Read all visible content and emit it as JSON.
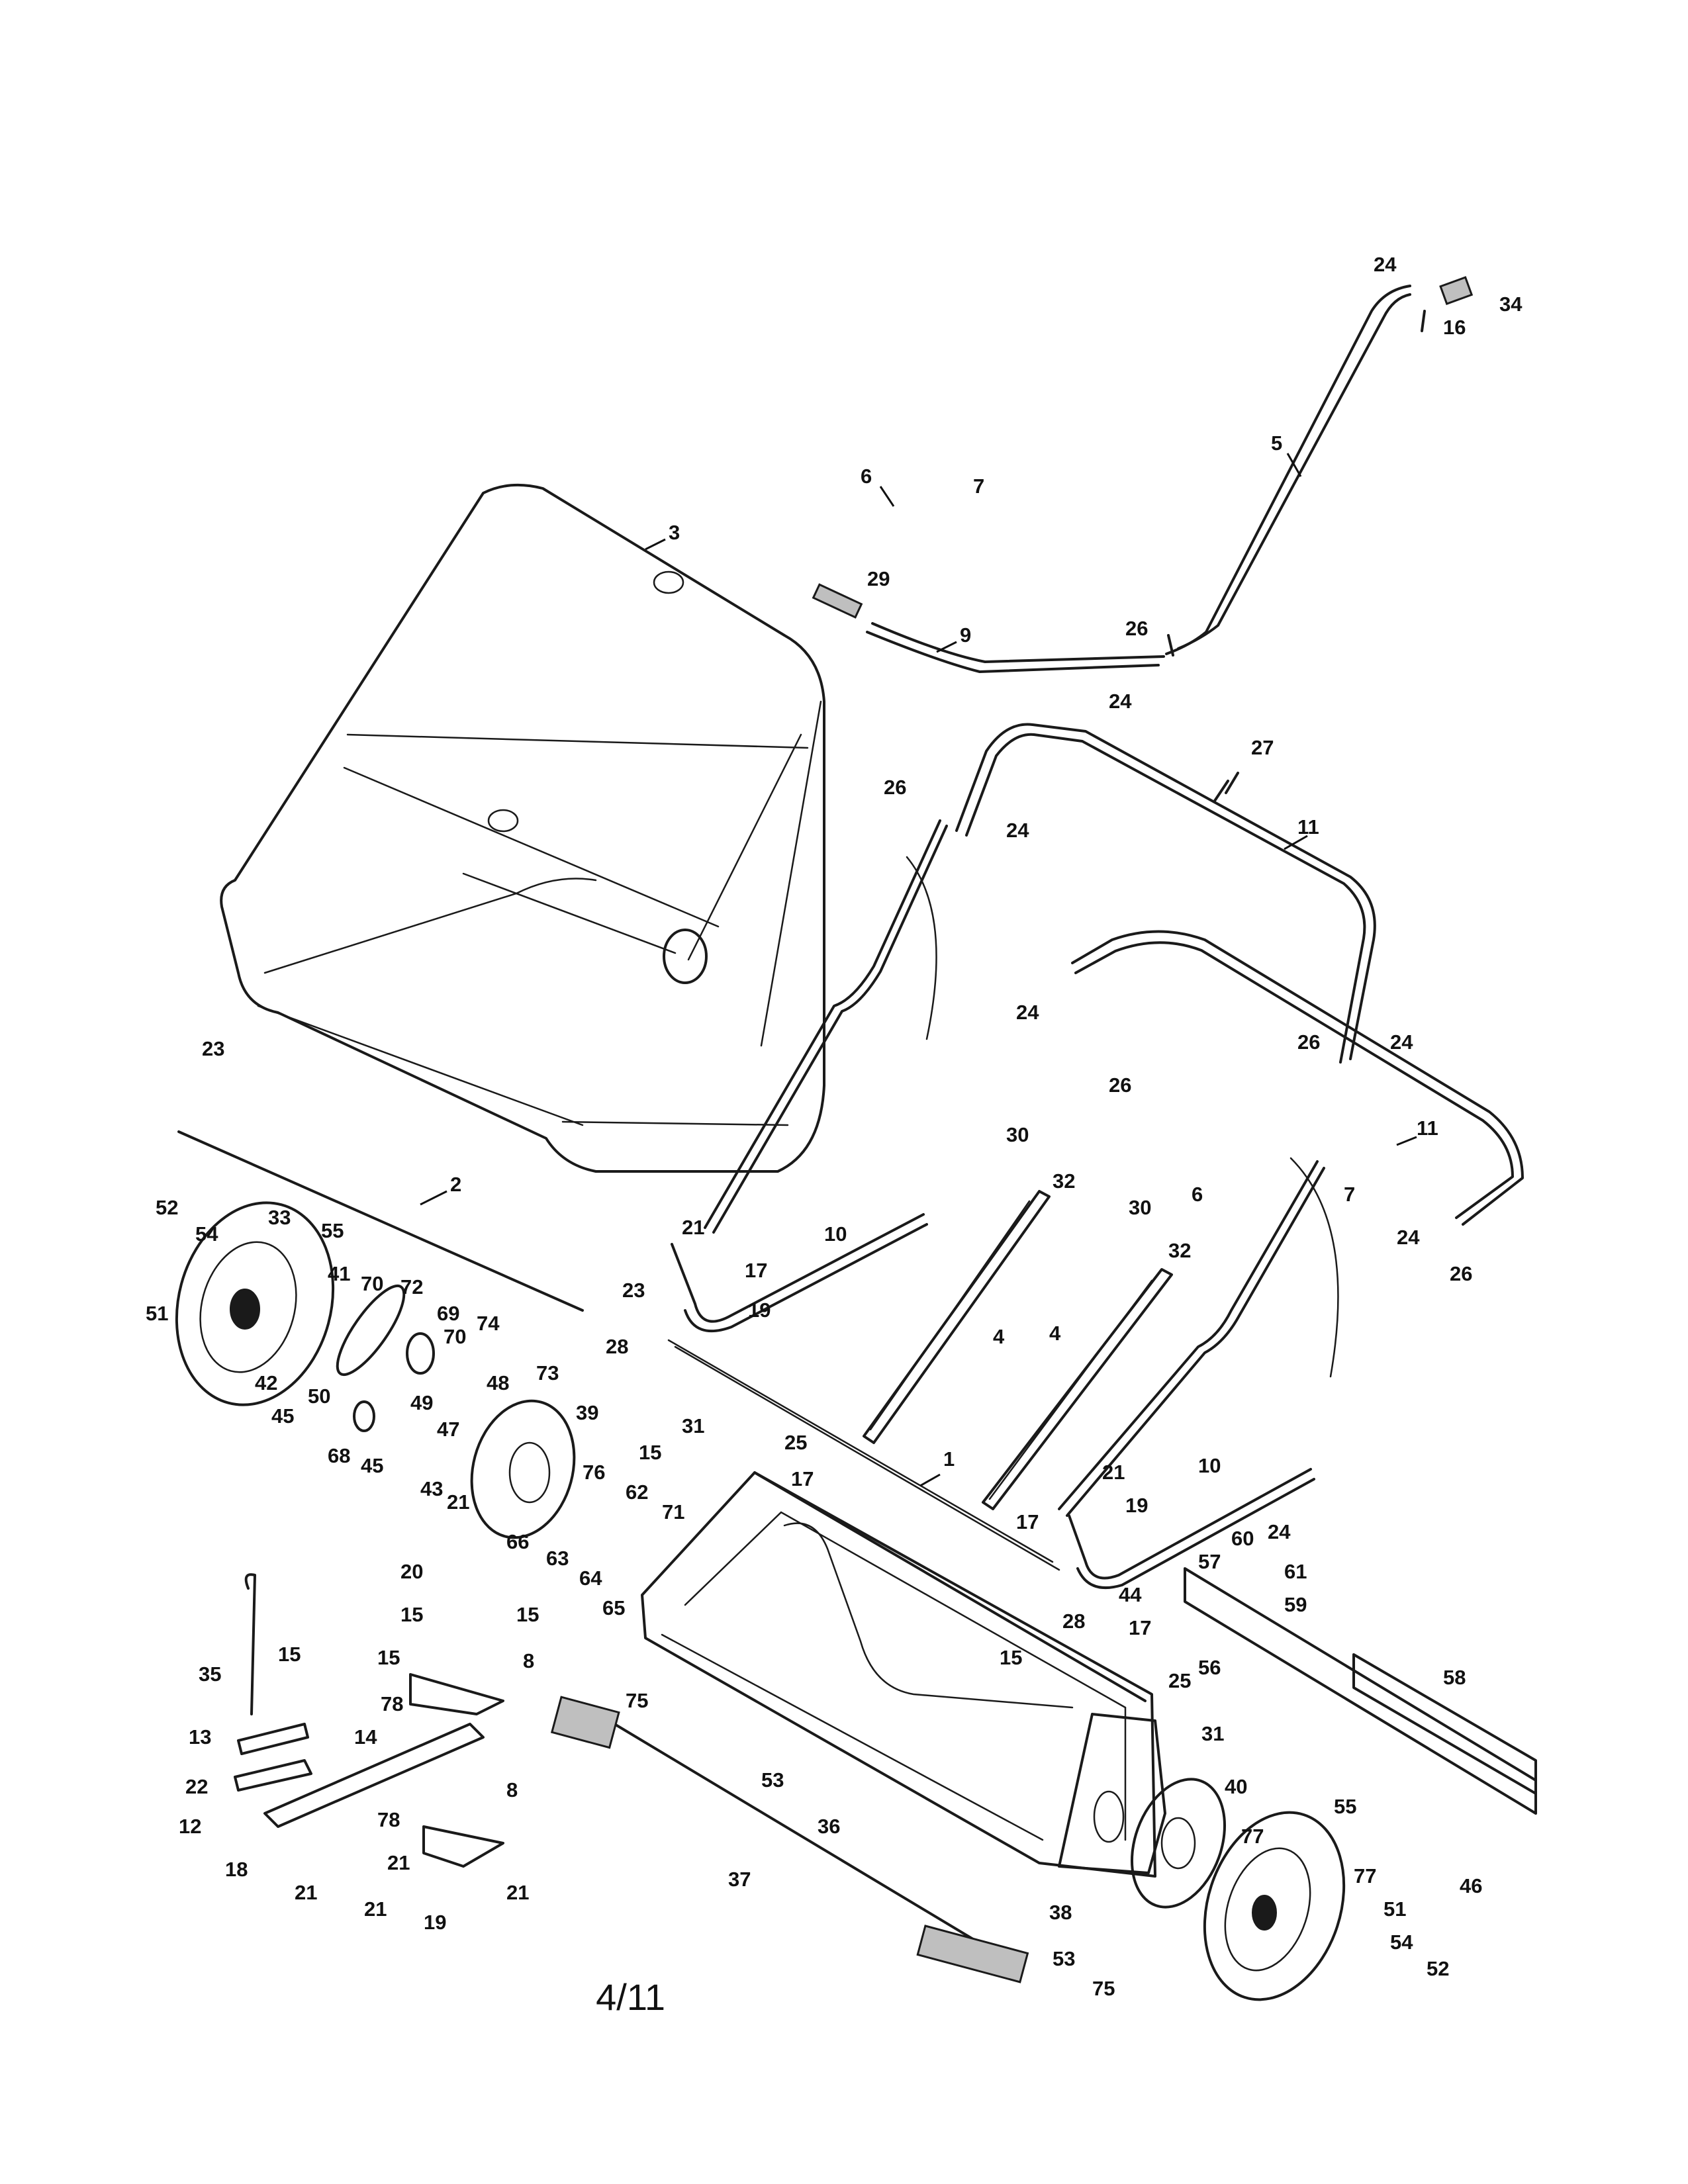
{
  "page_number": "4/11",
  "callouts": [
    {
      "id": "c1",
      "text": "1"
    },
    {
      "id": "c2",
      "text": "2"
    },
    {
      "id": "c3",
      "text": "3"
    },
    {
      "id": "c4a",
      "text": "4"
    },
    {
      "id": "c4b",
      "text": "4"
    },
    {
      "id": "c5",
      "text": "5"
    },
    {
      "id": "c6a",
      "text": "6"
    },
    {
      "id": "c6b",
      "text": "6"
    },
    {
      "id": "c7a",
      "text": "7"
    },
    {
      "id": "c7b",
      "text": "7"
    },
    {
      "id": "c8a",
      "text": "8"
    },
    {
      "id": "c8b",
      "text": "8"
    },
    {
      "id": "c9",
      "text": "9"
    },
    {
      "id": "c10a",
      "text": "10"
    },
    {
      "id": "c10b",
      "text": "10"
    },
    {
      "id": "c11a",
      "text": "11"
    },
    {
      "id": "c11b",
      "text": "11"
    },
    {
      "id": "c12",
      "text": "12"
    },
    {
      "id": "c13",
      "text": "13"
    },
    {
      "id": "c14",
      "text": "14"
    },
    {
      "id": "c15a",
      "text": "15"
    },
    {
      "id": "c15b",
      "text": "15"
    },
    {
      "id": "c15c",
      "text": "15"
    },
    {
      "id": "c15d",
      "text": "15"
    },
    {
      "id": "c15e",
      "text": "15"
    },
    {
      "id": "c15f",
      "text": "15"
    },
    {
      "id": "c16",
      "text": "16"
    },
    {
      "id": "c17a",
      "text": "17"
    },
    {
      "id": "c17b",
      "text": "17"
    },
    {
      "id": "c17c",
      "text": "17"
    },
    {
      "id": "c17d",
      "text": "17"
    },
    {
      "id": "c18",
      "text": "18"
    },
    {
      "id": "c19a",
      "text": "19"
    },
    {
      "id": "c19b",
      "text": "19"
    },
    {
      "id": "c19c",
      "text": "19"
    },
    {
      "id": "c20",
      "text": "20"
    },
    {
      "id": "c21a",
      "text": "21"
    },
    {
      "id": "c21b",
      "text": "21"
    },
    {
      "id": "c21c",
      "text": "21"
    },
    {
      "id": "c21d",
      "text": "21"
    },
    {
      "id": "c21e",
      "text": "21"
    },
    {
      "id": "c21f",
      "text": "21"
    },
    {
      "id": "c21g",
      "text": "21"
    },
    {
      "id": "c22",
      "text": "22"
    },
    {
      "id": "c23a",
      "text": "23"
    },
    {
      "id": "c23b",
      "text": "23"
    },
    {
      "id": "c24a",
      "text": "24"
    },
    {
      "id": "c24b",
      "text": "24"
    },
    {
      "id": "c24c",
      "text": "24"
    },
    {
      "id": "c24d",
      "text": "24"
    },
    {
      "id": "c24e",
      "text": "24"
    },
    {
      "id": "c24f",
      "text": "24"
    },
    {
      "id": "c24g",
      "text": "24"
    },
    {
      "id": "c25a",
      "text": "25"
    },
    {
      "id": "c25b",
      "text": "25"
    },
    {
      "id": "c26a",
      "text": "26"
    },
    {
      "id": "c26b",
      "text": "26"
    },
    {
      "id": "c26c",
      "text": "26"
    },
    {
      "id": "c26d",
      "text": "26"
    },
    {
      "id": "c26e",
      "text": "26"
    },
    {
      "id": "c27",
      "text": "27"
    },
    {
      "id": "c28a",
      "text": "28"
    },
    {
      "id": "c28b",
      "text": "28"
    },
    {
      "id": "c29",
      "text": "29"
    },
    {
      "id": "c30a",
      "text": "30"
    },
    {
      "id": "c30b",
      "text": "30"
    },
    {
      "id": "c31a",
      "text": "31"
    },
    {
      "id": "c31b",
      "text": "31"
    },
    {
      "id": "c32a",
      "text": "32"
    },
    {
      "id": "c32b",
      "text": "32"
    },
    {
      "id": "c33",
      "text": "33"
    },
    {
      "id": "c34",
      "text": "34"
    },
    {
      "id": "c35",
      "text": "35"
    },
    {
      "id": "c36",
      "text": "36"
    },
    {
      "id": "c37",
      "text": "37"
    },
    {
      "id": "c38",
      "text": "38"
    },
    {
      "id": "c39",
      "text": "39"
    },
    {
      "id": "c40",
      "text": "40"
    },
    {
      "id": "c41",
      "text": "41"
    },
    {
      "id": "c42",
      "text": "42"
    },
    {
      "id": "c43",
      "text": "43"
    },
    {
      "id": "c44",
      "text": "44"
    },
    {
      "id": "c45a",
      "text": "45"
    },
    {
      "id": "c45b",
      "text": "45"
    },
    {
      "id": "c46",
      "text": "46"
    },
    {
      "id": "c47",
      "text": "47"
    },
    {
      "id": "c48",
      "text": "48"
    },
    {
      "id": "c49",
      "text": "49"
    },
    {
      "id": "c50",
      "text": "50"
    },
    {
      "id": "c51a",
      "text": "51"
    },
    {
      "id": "c51b",
      "text": "51"
    },
    {
      "id": "c52a",
      "text": "52"
    },
    {
      "id": "c52b",
      "text": "52"
    },
    {
      "id": "c53a",
      "text": "53"
    },
    {
      "id": "c53b",
      "text": "53"
    },
    {
      "id": "c54a",
      "text": "54"
    },
    {
      "id": "c54b",
      "text": "54"
    },
    {
      "id": "c55a",
      "text": "55"
    },
    {
      "id": "c55b",
      "text": "55"
    },
    {
      "id": "c56",
      "text": "56"
    },
    {
      "id": "c57",
      "text": "57"
    },
    {
      "id": "c58",
      "text": "58"
    },
    {
      "id": "c59",
      "text": "59"
    },
    {
      "id": "c60",
      "text": "60"
    },
    {
      "id": "c61",
      "text": "61"
    },
    {
      "id": "c62",
      "text": "62"
    },
    {
      "id": "c63",
      "text": "63"
    },
    {
      "id": "c64",
      "text": "64"
    },
    {
      "id": "c65",
      "text": "65"
    },
    {
      "id": "c66",
      "text": "66"
    },
    {
      "id": "c68",
      "text": "68"
    },
    {
      "id": "c69",
      "text": "69"
    },
    {
      "id": "c70a",
      "text": "70"
    },
    {
      "id": "c70b",
      "text": "70"
    },
    {
      "id": "c71",
      "text": "71"
    },
    {
      "id": "c72",
      "text": "72"
    },
    {
      "id": "c73",
      "text": "73"
    },
    {
      "id": "c74",
      "text": "74"
    },
    {
      "id": "c75a",
      "text": "75"
    },
    {
      "id": "c75b",
      "text": "75"
    },
    {
      "id": "c76",
      "text": "76"
    },
    {
      "id": "c77a",
      "text": "77"
    },
    {
      "id": "c77b",
      "text": "77"
    },
    {
      "id": "c78a",
      "text": "78"
    },
    {
      "id": "c78b",
      "text": "78"
    }
  ]
}
